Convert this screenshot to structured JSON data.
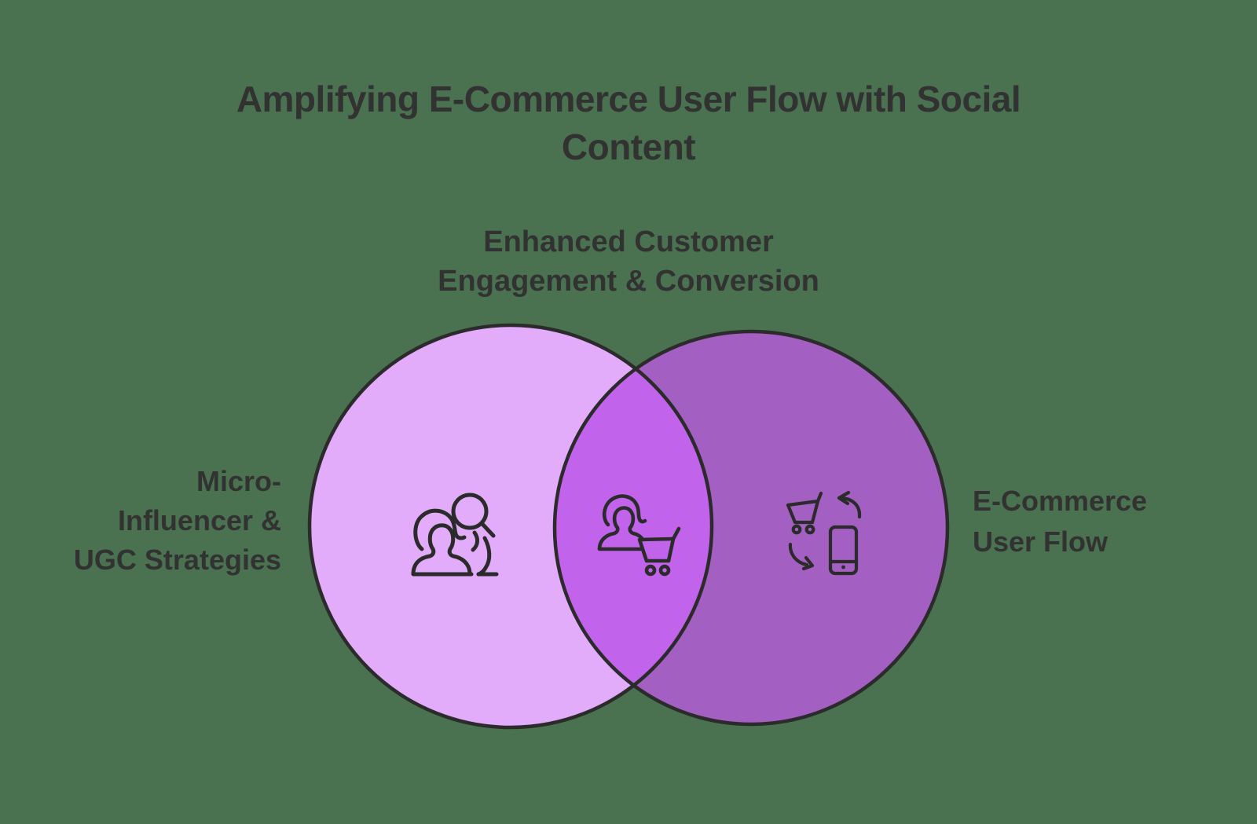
{
  "page": {
    "background_color": "#4A7250"
  },
  "title": "Amplifying E-Commerce User Flow with Social Content",
  "title_lines": [
    "Amplifying E-Commerce User Flow with Social",
    "Content"
  ],
  "venn": {
    "outline_color": "#2B2B2B",
    "icon_stroke_color": "#2B2B2B",
    "text_color": "#323232",
    "left_set": {
      "label": "Micro-Influencer & UGC Strategies",
      "label_lines": [
        "Micro-",
        "Influencer &",
        "UGC Strategies"
      ],
      "fill": "#E2ACFA",
      "icon": "influencer-search-icon"
    },
    "intersection": {
      "label": "Enhanced Customer Engagement & Conversion",
      "label_lines": [
        "Enhanced Customer",
        "Engagement & Conversion"
      ],
      "fill": "#C263EC",
      "icon": "woman-shopper-cart-icon"
    },
    "right_set": {
      "label": "E-Commerce User Flow",
      "label_lines": [
        "E-Commerce",
        "User Flow"
      ],
      "fill": "#A35FC2",
      "icon": "cart-phone-flow-icon"
    }
  }
}
